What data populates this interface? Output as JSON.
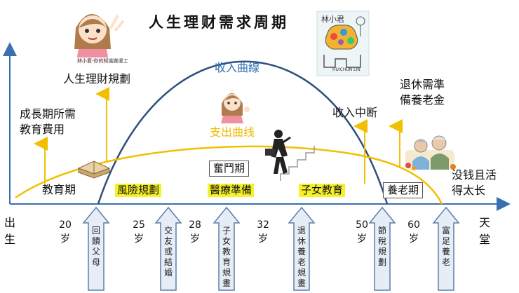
{
  "title": "人生理财需求周期",
  "labels": {
    "planning": "人生理財規劃",
    "growth_line1": "成長期所需",
    "growth_line2": "教育費用",
    "income_curve": "收入曲線",
    "expense_curve": "支出曲线",
    "income_stop": "收入中断",
    "retire_line1": "退休需準",
    "retire_line2": "備養老金",
    "struggle": "奮鬥期",
    "education": "教育期",
    "risk": "風險規劃",
    "medical": "醫療準備",
    "children": "子女教育",
    "elderly": "養老期",
    "nomoney_line1": "没钱且活",
    "nomoney_line2": "得太长",
    "avatar_caption": "林小君-你的知識搬運工",
    "logo_name": "林小君",
    "logo_en": "HUICHUN LIN"
  },
  "axis": {
    "start": "出生",
    "end": "天堂",
    "ages": [
      "20\n岁",
      "25\n岁",
      "28\n岁",
      "32\n岁",
      "50\n岁",
      "60\n岁"
    ]
  },
  "arrows": [
    "回饋父母",
    "交友或結婚",
    "子女教育規畫",
    "退休養老規畫",
    "節稅規劃",
    "富足養老"
  ],
  "colors": {
    "income": "#2f4f7f",
    "expense": "#f0c000",
    "axis": "#3a6fb0",
    "arrow_fill": "#e6edf7",
    "arrow_stroke": "#5b7fa8",
    "highlight": "#f7f12a"
  }
}
